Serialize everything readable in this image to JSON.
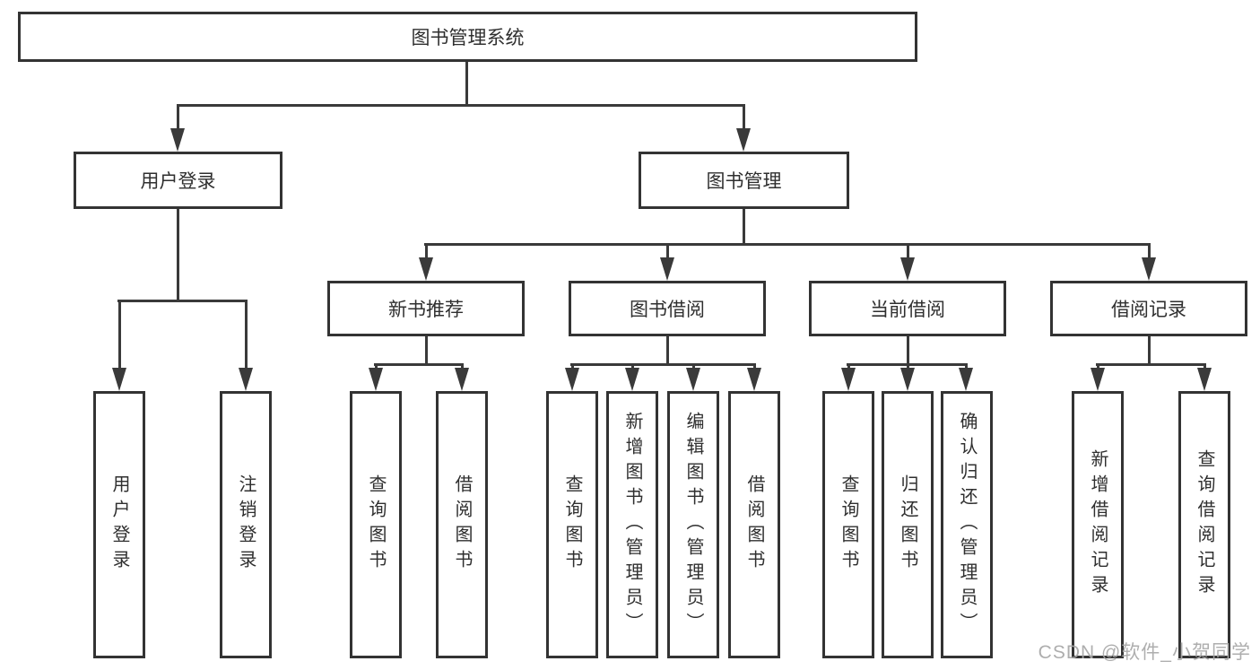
{
  "diagram_type": "hierarchy-tree",
  "tree": {
    "label": "图书管理系统",
    "children": [
      {
        "label": "用户登录",
        "children": [
          {
            "label": "用户登录"
          },
          {
            "label": "注销登录"
          }
        ]
      },
      {
        "label": "图书管理",
        "children": [
          {
            "label": "新书推荐",
            "children": [
              {
                "label": "查询图书"
              },
              {
                "label": "借阅图书"
              }
            ]
          },
          {
            "label": "图书借阅",
            "children": [
              {
                "label": "查询图书"
              },
              {
                "label": "新增图书（管理员）"
              },
              {
                "label": "编辑图书（管理员）"
              },
              {
                "label": "借阅图书"
              }
            ]
          },
          {
            "label": "当前借阅",
            "children": [
              {
                "label": "查询图书"
              },
              {
                "label": "归还图书"
              },
              {
                "label": "确认归还（管理员）"
              }
            ]
          },
          {
            "label": "借阅记录",
            "children": [
              {
                "label": "新增借阅记录"
              },
              {
                "label": "查询借阅记录"
              }
            ]
          }
        ]
      }
    ]
  },
  "watermark": "CSDN @软件_小贺同学",
  "colors": {
    "line": "#3a3a3a",
    "box_border": "#333333",
    "text": "#2f2f2f",
    "background": "#ffffff",
    "watermark": "#a8a8a8"
  }
}
